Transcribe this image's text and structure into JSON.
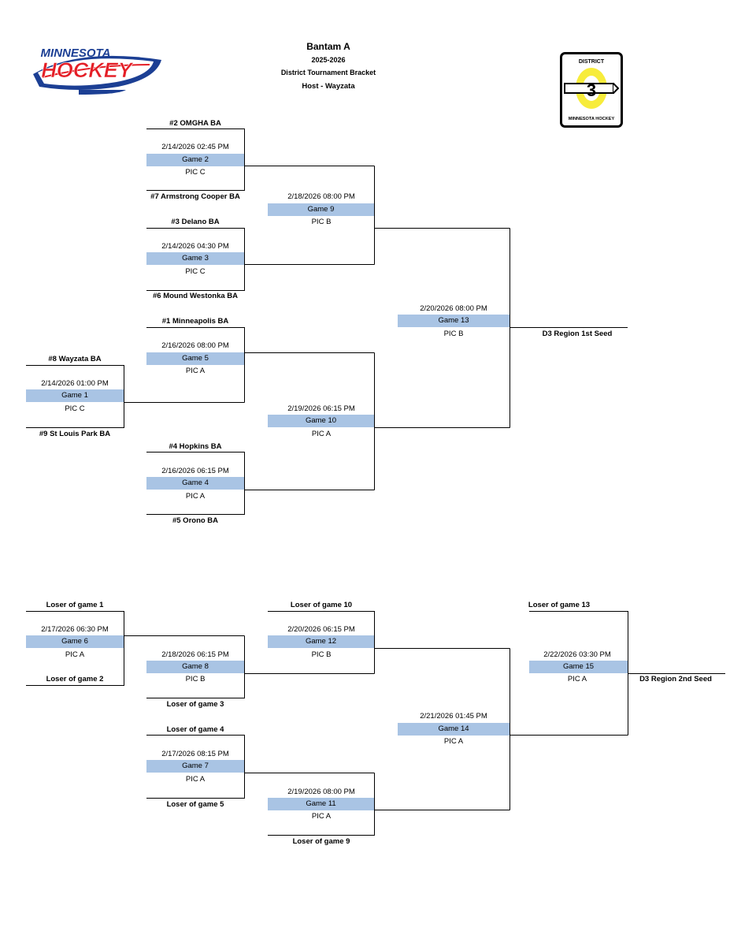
{
  "header": {
    "title": "Bantam A",
    "season": "2025-2026",
    "subtitle": "District Tournament Bracket",
    "host": "Host - Wayzata"
  },
  "logos": {
    "minnesota": {
      "word1": "MINNESOTA",
      "word2": "HOCKEY"
    },
    "district": {
      "top": "DISTRICT",
      "number": "3",
      "bottom": "MINNESOTA HOCKEY"
    }
  },
  "colors": {
    "game_box": "#a9c4e4",
    "logo_red": "#e41e26",
    "logo_blue": "#1c3f94",
    "logo_yellow": "#f7ec3b"
  },
  "teams": {
    "t2": "#2  OMGHA BA",
    "t7": "#7 Armstrong Cooper BA",
    "t3": "#3 Delano BA",
    "t6": "#6 Mound Westonka BA",
    "t1": "#1 Minneapolis BA",
    "t8": "#8 Wayzata BA",
    "t9": "#9  St Louis Park BA",
    "t4": "#4 Hopkins BA",
    "t5": "#5 Orono BA"
  },
  "games": {
    "g1": {
      "datetime": "2/14/2026 01:00 PM",
      "name": "Game 1",
      "rink": "PIC C"
    },
    "g2": {
      "datetime": "2/14/2026 02:45 PM",
      "name": "Game 2",
      "rink": "PIC C"
    },
    "g3": {
      "datetime": "2/14/2026 04:30 PM",
      "name": "Game 3",
      "rink": "PIC C"
    },
    "g4": {
      "datetime": "2/16/2026 06:15 PM",
      "name": "Game 4",
      "rink": "PIC A"
    },
    "g5": {
      "datetime": "2/16/2026 08:00 PM",
      "name": "Game 5",
      "rink": "PIC A"
    },
    "g6": {
      "datetime": "2/17/2026 06:30 PM",
      "name": "Game 6",
      "rink": "PIC A"
    },
    "g7": {
      "datetime": "2/17/2026 08:15 PM",
      "name": "Game 7",
      "rink": "PIC A"
    },
    "g8": {
      "datetime": "2/18/2026 06:15 PM",
      "name": "Game 8",
      "rink": "PIC B"
    },
    "g9": {
      "datetime": "2/18/2026 08:00 PM",
      "name": "Game 9",
      "rink": "PIC B"
    },
    "g10": {
      "datetime": "2/19/2026 06:15 PM",
      "name": "Game 10",
      "rink": "PIC A"
    },
    "g11": {
      "datetime": "2/19/2026 08:00 PM",
      "name": "Game 11",
      "rink": "PIC A"
    },
    "g12": {
      "datetime": "2/20/2026 06:15 PM",
      "name": "Game 12",
      "rink": "PIC B"
    },
    "g13": {
      "datetime": "2/20/2026 08:00 PM",
      "name": "Game 13",
      "rink": "PIC B"
    },
    "g14": {
      "datetime": "2/21/2026 01:45 PM",
      "name": "Game 14",
      "rink": "PIC A"
    },
    "g15": {
      "datetime": "2/22/2026 03:30 PM",
      "name": "Game 15",
      "rink": "PIC A"
    }
  },
  "losers": {
    "l1": "Loser of game 1",
    "l2": "Loser of game 2",
    "l3": "Loser of game 3",
    "l4": "Loser of game 4",
    "l5": "Loser of game 5",
    "l9": "Loser of game 9",
    "l10": "Loser of game 10",
    "l13": "Loser of game 13"
  },
  "results": {
    "seed1": "D3 Region 1st Seed",
    "seed2": "D3 Region 2nd Seed"
  }
}
